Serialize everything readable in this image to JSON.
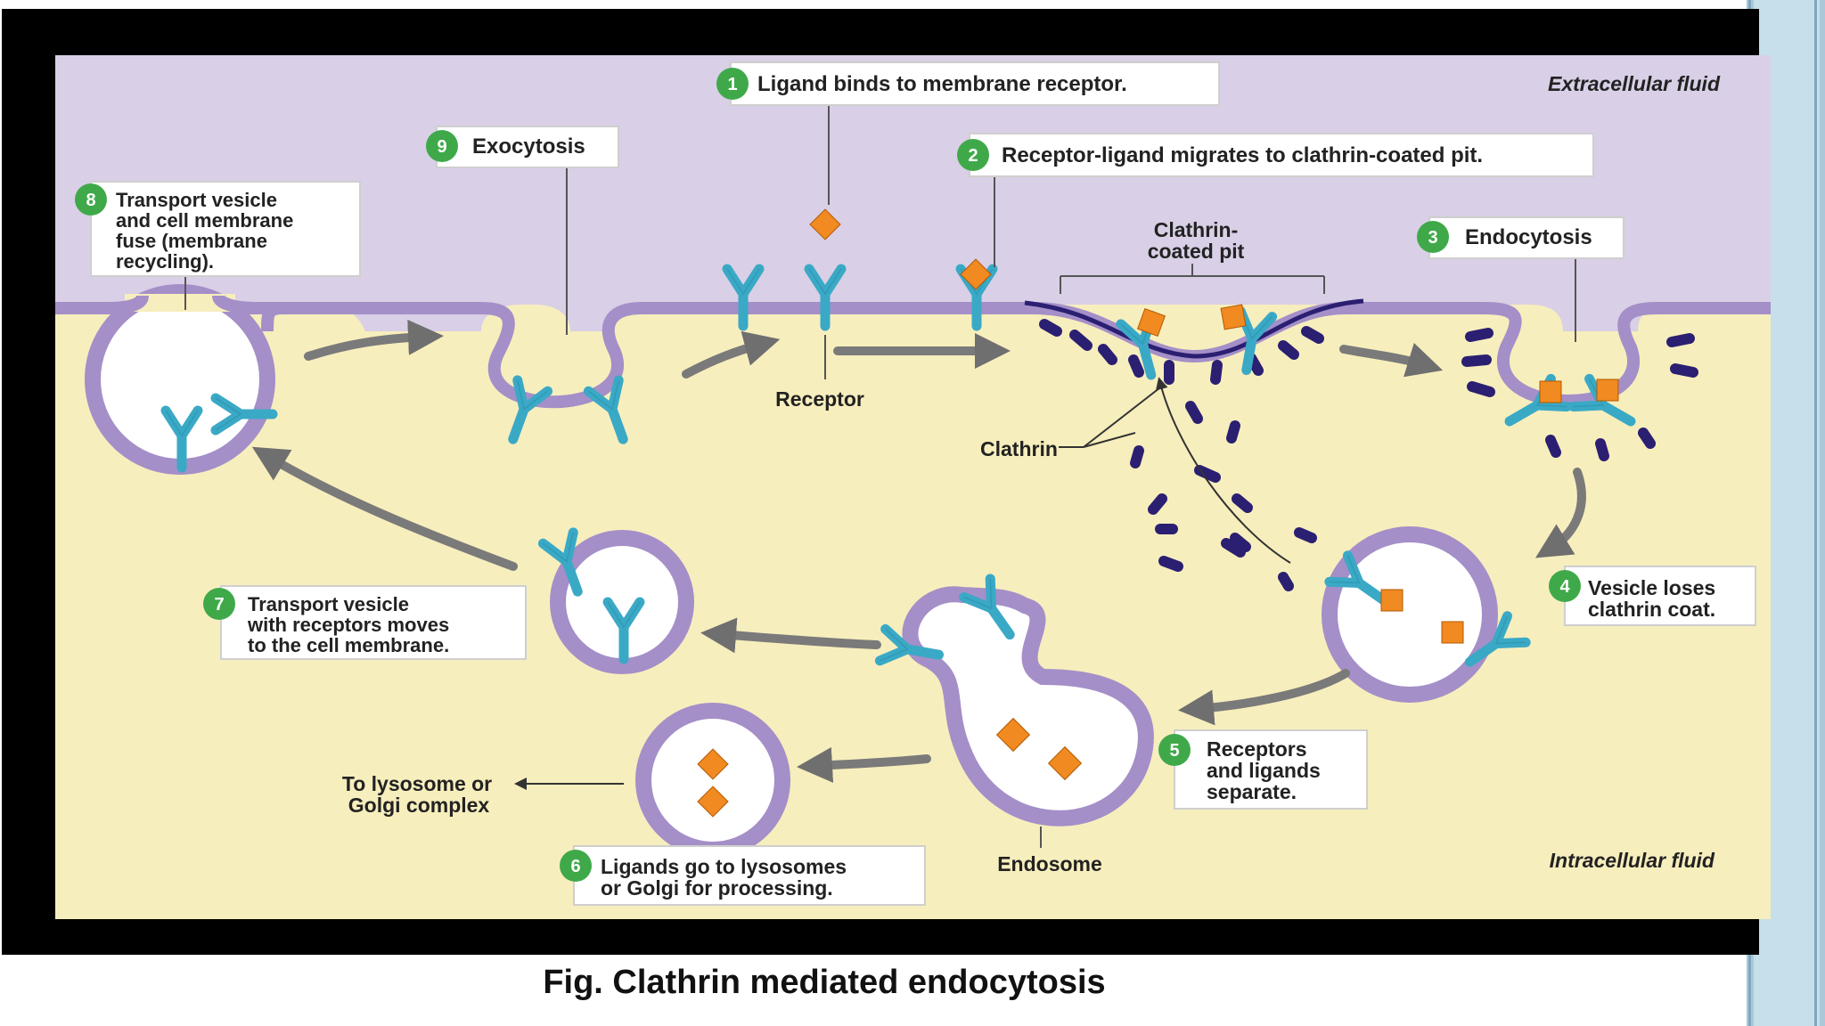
{
  "regions": {
    "extracellular": "Extracellular fluid",
    "intracellular": "Intracellular fluid"
  },
  "steps": [
    {
      "num": "1",
      "lines": [
        "Ligand binds to membrane receptor."
      ]
    },
    {
      "num": "2",
      "lines": [
        "Receptor-ligand migrates to clathrin-coated pit."
      ]
    },
    {
      "num": "3",
      "lines": [
        "Endocytosis"
      ]
    },
    {
      "num": "4",
      "lines": [
        "Vesicle loses",
        "clathrin coat."
      ]
    },
    {
      "num": "5",
      "lines": [
        "Receptors",
        "and ligands",
        "separate."
      ]
    },
    {
      "num": "6",
      "lines": [
        "Ligands go to lysosomes",
        "or Golgi for processing."
      ]
    },
    {
      "num": "7",
      "lines": [
        "Transport vesicle",
        "with receptors moves",
        "to the cell membrane."
      ]
    },
    {
      "num": "8",
      "lines": [
        "Transport vesicle",
        "and cell membrane",
        "fuse (membrane",
        "recycling)."
      ]
    },
    {
      "num": "9",
      "lines": [
        "Exocytosis"
      ]
    }
  ],
  "labels": {
    "pit_line1": "Clathrin-",
    "pit_line2": "coated pit",
    "receptor": "Receptor",
    "clathrin": "Clathrin",
    "endosome": "Endosome",
    "lysosome_line1": "To lysosome or",
    "lysosome_line2": "Golgi complex"
  },
  "caption": "Fig.  Clathrin mediated endocytosis",
  "colors": {
    "extracellular_bg": "#d9cfe6",
    "intracellular_bg": "#f7eebd",
    "membrane": "#a48fc8",
    "receptor": "#3aa9c6",
    "ligand": "#f08a21",
    "clathrin": "#2b1f72",
    "step_badge": "#3fa94a",
    "arrow": "#7a7a7a"
  }
}
